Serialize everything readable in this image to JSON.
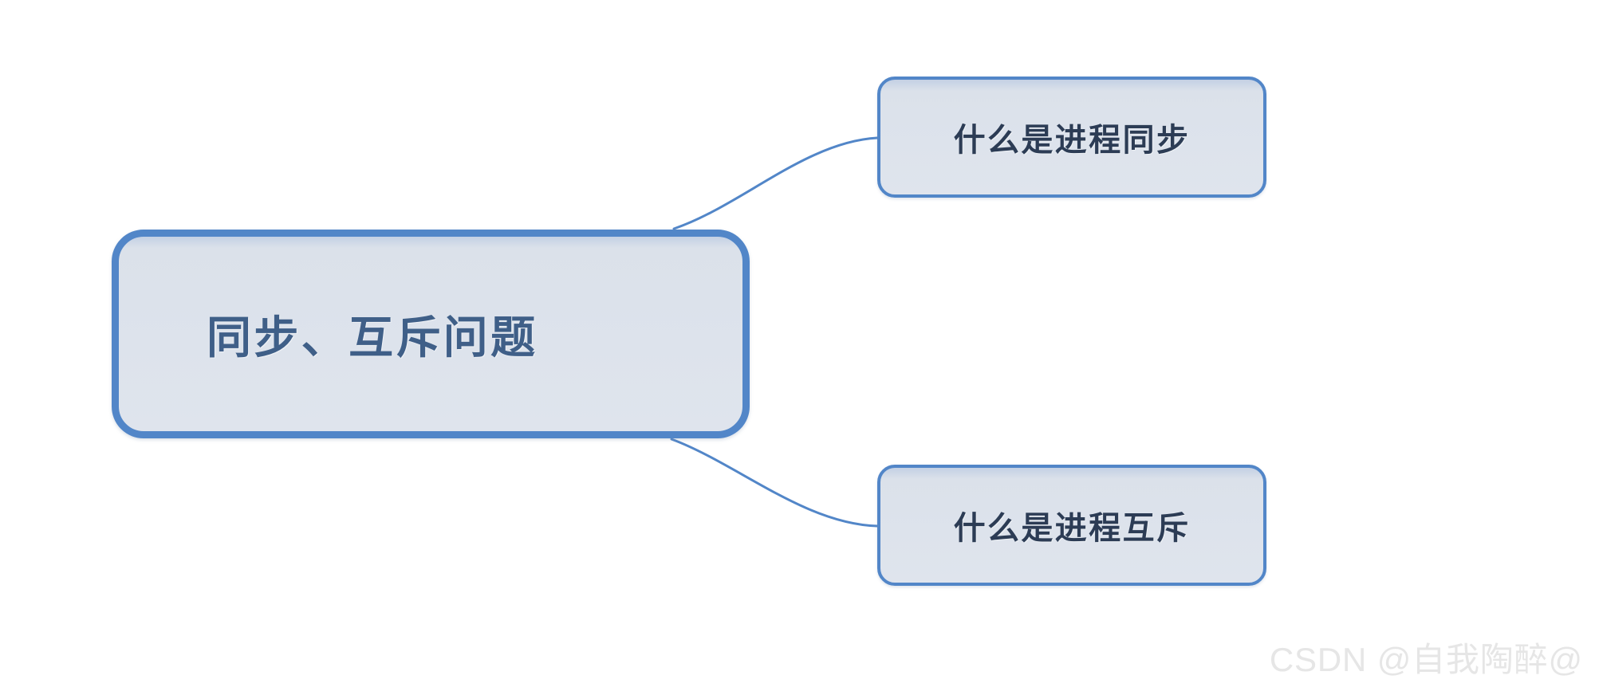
{
  "diagram": {
    "type": "mind-map",
    "background_color": "#ffffff",
    "root": {
      "label": "同步、互斥问题",
      "border_color": "#5286c8",
      "fill_color": "#dde3ec",
      "text_color": "#3f5f88"
    },
    "children": [
      {
        "label": "什么是进程同步",
        "border_color": "#5286c8",
        "fill_color": "#dde3ec",
        "text_color": "#2c3c55"
      },
      {
        "label": "什么是进程互斥",
        "border_color": "#5286c8",
        "fill_color": "#dde3ec",
        "text_color": "#2c3c55"
      }
    ],
    "connector_color": "#5286c8"
  },
  "watermark": {
    "text": "CSDN @自我陶醉@",
    "color": "#e6e6e6"
  }
}
